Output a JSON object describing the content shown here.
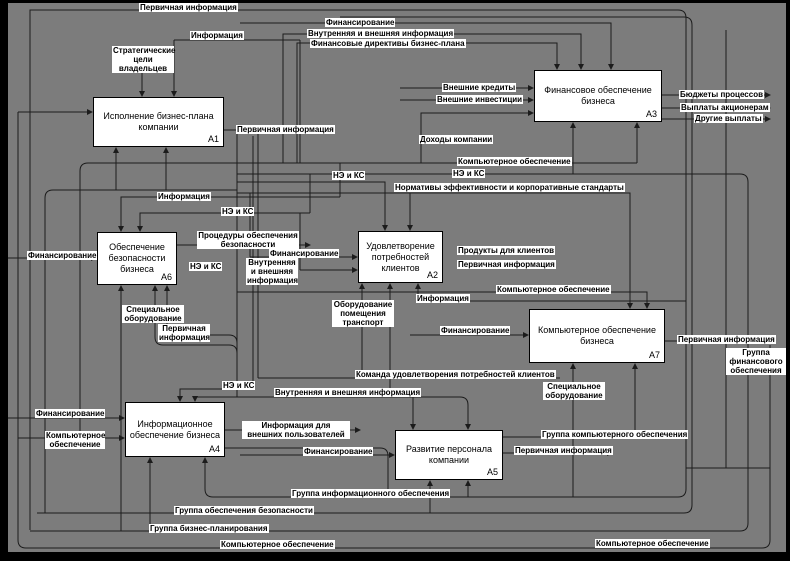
{
  "diagram": {
    "type": "IDEF0 business process diagram",
    "colors": {
      "background": "#7c7c7c",
      "line": "#1c1c1c",
      "box_fill": "#ffffff",
      "box_border": "#000000"
    },
    "blocks": [
      {
        "title": "Исполнение бизнес-плана компании",
        "code": "А1"
      },
      {
        "title": "Финансовое обеспечение бизнеса",
        "code": "А3"
      },
      {
        "title": "Обеспечение безопасности бизнеса",
        "code": "А6"
      },
      {
        "title": "Удовлетворение потребностей клиентов",
        "code": "А2"
      },
      {
        "title": "Компьютерное обеспечение бизнеса",
        "code": "А7"
      },
      {
        "title": "Информационное обеспечение бизнеса",
        "code": "А4"
      },
      {
        "title": "Развитие персонала компании",
        "code": "А5"
      }
    ],
    "labels": [
      {
        "text": "Первичная информация"
      },
      {
        "text": "Финансирование"
      },
      {
        "text": "Внутренняя и внешняя информация"
      },
      {
        "text": "Финансовые директивы бизнес-плана"
      },
      {
        "text": "Информация"
      },
      {
        "text": "Стратегические цели владельцев"
      },
      {
        "text": "Внешние кредиты"
      },
      {
        "text": "Внешние инвестиции"
      },
      {
        "text": "Бюджеты процессов"
      },
      {
        "text": "Выплаты акционерам"
      },
      {
        "text": "Другие выплаты"
      },
      {
        "text": "Первичная информация"
      },
      {
        "text": "Доходы компании"
      },
      {
        "text": "Компьютерное обеспечение"
      },
      {
        "text": "НЭ и КС"
      },
      {
        "text": "НЭ и КС"
      },
      {
        "text": "Нормативы эффективности и корпоративные стандарты"
      },
      {
        "text": "Информация"
      },
      {
        "text": "НЭ и КС"
      },
      {
        "text": "Процедуры обеспечения безопасности"
      },
      {
        "text": "Финансирование"
      },
      {
        "text": "НЭ и КС"
      },
      {
        "text": "Внутренняя и внешняя информация"
      },
      {
        "text": "Финансирование"
      },
      {
        "text": "Продукты для клиентов"
      },
      {
        "text": "Первичная информация"
      },
      {
        "text": "Компьютерное обеспечение"
      },
      {
        "text": "Информация"
      },
      {
        "text": "Оборудование помещения транспорт"
      },
      {
        "text": "Специальное оборудование"
      },
      {
        "text": "Первичная информация"
      },
      {
        "text": "Финансирование"
      },
      {
        "text": "Первичная информация"
      },
      {
        "text": "Группа финансового обеспечения"
      },
      {
        "text": "Команда удовлетворения потребностей клиентов"
      },
      {
        "text": "НЭ и КС"
      },
      {
        "text": "Внутренняя и внешняя информация"
      },
      {
        "text": "Финансирование"
      },
      {
        "text": "Компьютерное обеспечение"
      },
      {
        "text": "Информация для внешних пользователей"
      },
      {
        "text": "Финансирование"
      },
      {
        "text": "Специальное оборудование"
      },
      {
        "text": "Группа компьютерного обеспечения"
      },
      {
        "text": "Первичная информация"
      },
      {
        "text": "Группа информационного обеспечения"
      },
      {
        "text": "Группа обеспечения безопасности"
      },
      {
        "text": "Группа бизнес-планирования"
      },
      {
        "text": "Компьютерное обеспечение"
      },
      {
        "text": "Компьютерное обеспечение"
      }
    ]
  }
}
